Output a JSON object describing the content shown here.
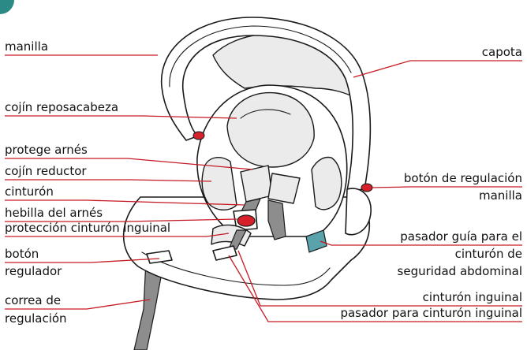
{
  "labels": {
    "manilla": "manilla",
    "capota": "capota",
    "cojin_reposacabeza": "cojín reposacabeza",
    "protege_arnes": "protege arnés",
    "cojin_reductor": "cojín reductor",
    "cinturon": "cinturón",
    "hebilla_arnes": "hebilla del arnés",
    "proteccion_cinturon_inguinal": "protección cinturón inguinal",
    "boton_regulador_line1": "botón",
    "boton_regulador_line2": "regulador",
    "correa_regulacion_line1": "correa de",
    "correa_regulacion_line2": "regulación",
    "boton_regulacion_manilla_line1": "botón de regulación",
    "boton_regulacion_manilla_line2": "manilla",
    "pasador_guia_line1": "pasador guía para el",
    "pasador_guia_line2": "cinturón de",
    "pasador_guia_line3": "seguridad abdominal",
    "cinturon_inguinal": "cinturón inguinal",
    "pasador_cinturon_inguinal": "pasador para cinturón inguinal"
  },
  "colors": {
    "leader_line": "#c61a23",
    "accent_red": "#d6202a",
    "belt_gray": "#8d8d8d",
    "clip_teal": "#5aa3ad"
  }
}
